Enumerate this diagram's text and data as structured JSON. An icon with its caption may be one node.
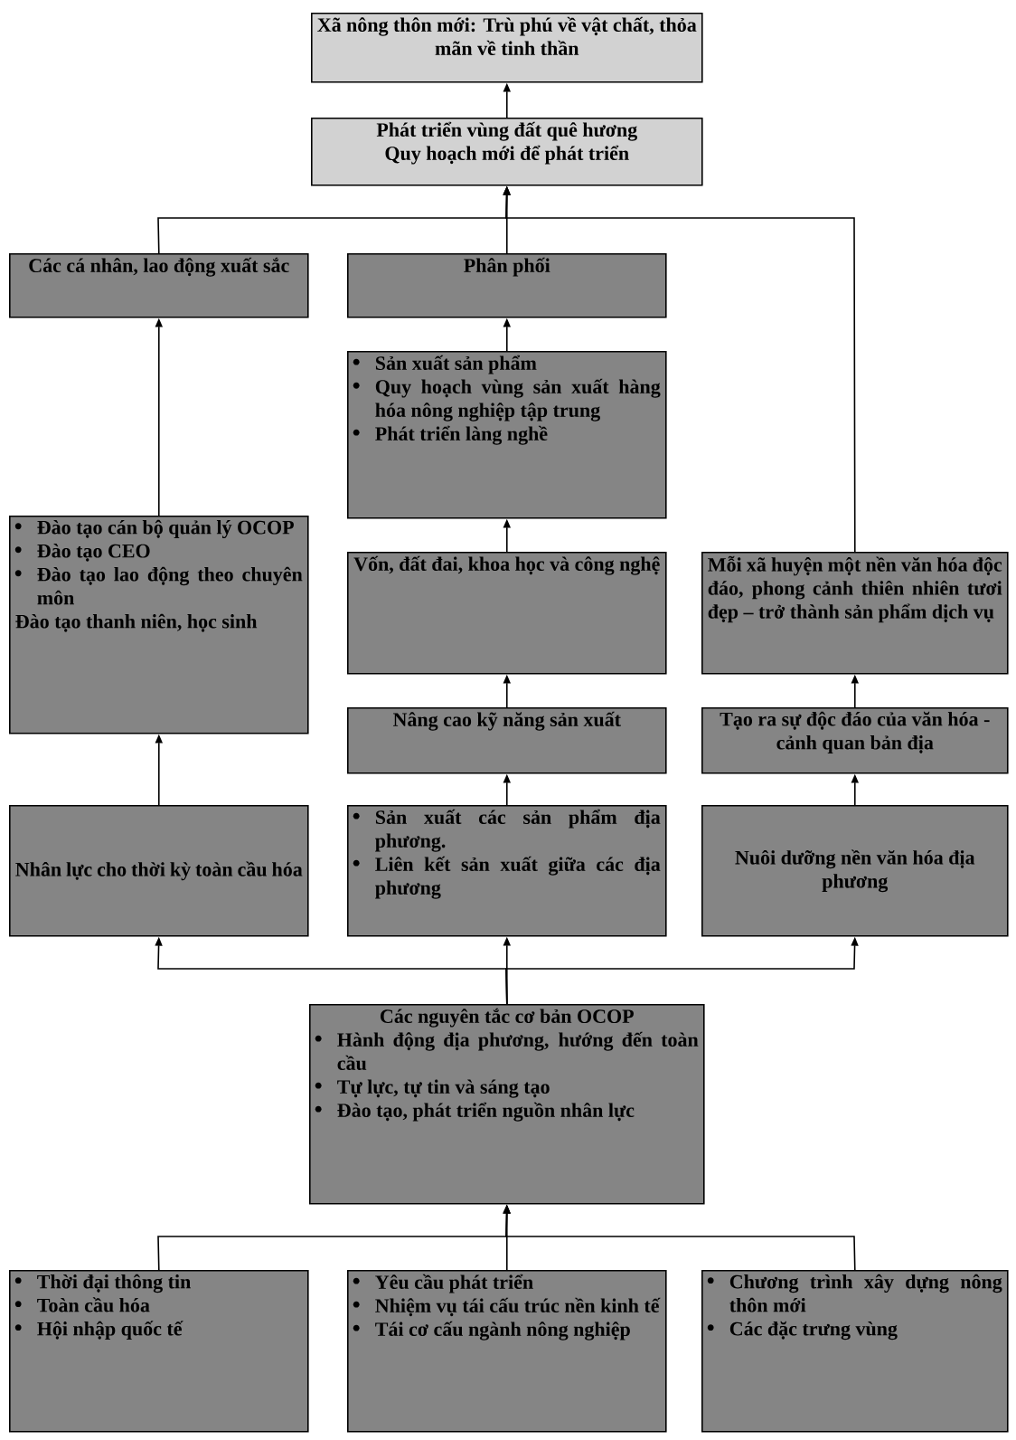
{
  "diagram": {
    "nodes": [
      {
        "text": [
          "Xã nông thôn mới: Trù phú về vật chất, thỏa mãn về tinh thần"
        ]
      },
      {
        "text": [
          "Phát triển vùng đất quê hương",
          "Quy hoạch mới để phát triển"
        ]
      },
      {
        "text": [
          "Các cá nhân, lao động xuất sắc"
        ]
      },
      {
        "text": [
          "Phân phối"
        ]
      },
      {
        "text": [
          "Sản xuất sản phẩm",
          "Quy hoạch vùng sản xuất hàng hóa nông nghiệp tập trung",
          "Phát triển làng nghề"
        ]
      },
      {
        "text": [
          "Đào tạo cán bộ quản lý OCOP",
          "Đào tạo CEO",
          "Đào tạo lao động theo chuyên môn",
          "Đào tạo thanh niên, học sinh"
        ]
      },
      {
        "text": [
          "Vốn, đất đai, khoa học và công nghệ"
        ]
      },
      {
        "text": [
          "Mỗi xã huyện một nền văn hóa độc đáo, phong cảnh thiên nhiên tươi đẹp – trở thành sản phẩm dịch vụ"
        ]
      },
      {
        "text": [
          "Nâng cao kỹ năng sản xuất"
        ]
      },
      {
        "text": [
          "Tạo ra sự độc đáo của văn hóa - cảnh quan bản địa"
        ]
      },
      {
        "text": [
          "Nhân lực cho thời kỳ toàn cầu hóa"
        ]
      },
      {
        "text": [
          "Sản xuất các sản phẩm địa phương.",
          "Liên kết sản xuất giữa các địa phương"
        ]
      },
      {
        "text": [
          "Nuôi dưỡng nền văn hóa địa phương"
        ]
      },
      {
        "text": [
          "Các nguyên tắc cơ bản OCOP",
          "Hành động địa phương, hướng đến toàn cầu",
          "Tự lực, tự tin và sáng tạo",
          "Đào tạo, phát triển nguồn nhân lực"
        ]
      },
      {
        "text": [
          "Thời đại thông tin",
          "Toàn cầu hóa",
          "Hội nhập quốc tế"
        ]
      },
      {
        "text": [
          "Yêu cầu phát triển",
          "Nhiệm vụ tái cấu trúc nền kinh tế",
          "Tái cơ cấu ngành nông nghiệp"
        ]
      },
      {
        "text": [
          "Chương trình xây dựng nông thôn mới",
          "Các đặc trưng vùng"
        ]
      }
    ],
    "edges": [
      {
        "from": 1,
        "to": 0,
        "arrow": "to"
      },
      {
        "from": 2,
        "to": 1,
        "arrow": "to"
      },
      {
        "from": 3,
        "to": 1,
        "arrow": "to"
      },
      {
        "from": 7,
        "to": 1,
        "arrow": "to"
      },
      {
        "from": 5,
        "to": 2,
        "arrow": "to"
      },
      {
        "from": 4,
        "to": 3,
        "arrow": "to"
      },
      {
        "from": 6,
        "to": 4,
        "arrow": "to"
      },
      {
        "from": 9,
        "to": 7,
        "arrow": "to"
      },
      {
        "from": 8,
        "to": 6,
        "arrow": "to"
      },
      {
        "from": 10,
        "to": 5,
        "arrow": "to"
      },
      {
        "from": 11,
        "to": 8,
        "arrow": "to"
      },
      {
        "from": 12,
        "to": 9,
        "arrow": "to"
      },
      {
        "from": 13,
        "to": 10,
        "arrow": "to"
      },
      {
        "from": 13,
        "to": 11,
        "arrow": "to"
      },
      {
        "from": 13,
        "to": 12,
        "arrow": "to"
      },
      {
        "from": 14,
        "to": 13,
        "arrow": "to"
      },
      {
        "from": 15,
        "to": 13,
        "arrow": "to"
      },
      {
        "from": 16,
        "to": 13,
        "arrow": "to"
      }
    ]
  }
}
